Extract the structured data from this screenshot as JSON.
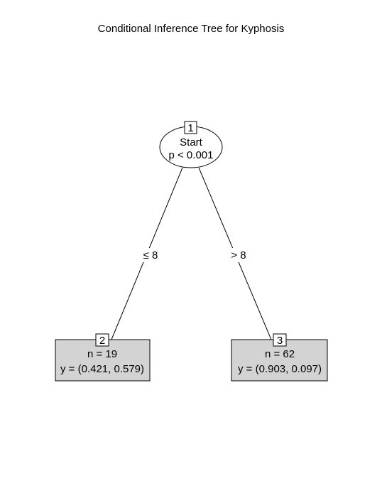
{
  "title": "Conditional Inference Tree for Kyphosis",
  "colors": {
    "background": "#ffffff",
    "line": "#000000",
    "terminal_fill": "#d3d3d3",
    "inner_fill": "#ffffff"
  },
  "tree": {
    "inner_node": {
      "id": "1",
      "variable": "Start",
      "p_value": "p < 0.001"
    },
    "edges": [
      {
        "label": "≤ 8",
        "to": "2"
      },
      {
        "label": "> 8",
        "to": "3"
      }
    ],
    "terminal_nodes": [
      {
        "id": "2",
        "n": "n = 19",
        "y": "y = (0.421, 0.579)"
      },
      {
        "id": "3",
        "n": "n = 62",
        "y": "y = (0.903, 0.097)"
      }
    ]
  }
}
